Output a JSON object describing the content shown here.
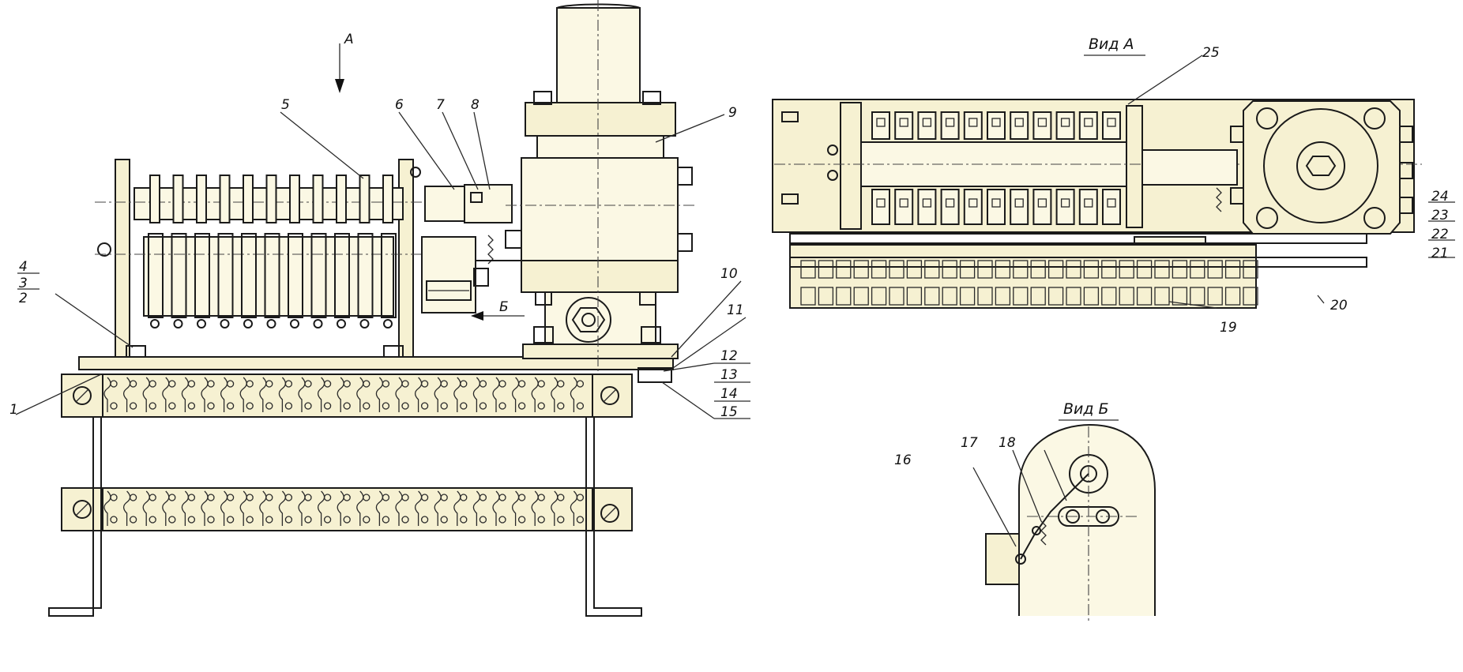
{
  "view_titles": {
    "view_a": "Вид А",
    "view_b": "Вид Б"
  },
  "direction_markers": {
    "arrow_a": "А",
    "arrow_b": "Б"
  },
  "callouts": {
    "n1": "1",
    "n2": "2",
    "n3": "3",
    "n4": "4",
    "n5": "5",
    "n6": "6",
    "n7": "7",
    "n8": "8",
    "n9": "9",
    "n10": "10",
    "n11": "11",
    "n12": "12",
    "n13": "13",
    "n14": "14",
    "n15": "15",
    "n16": "16",
    "n17": "17",
    "n18": "18",
    "n19": "19",
    "n20": "20",
    "n21": "21",
    "n22": "22",
    "n23": "23",
    "n24": "24",
    "n25": "25"
  }
}
